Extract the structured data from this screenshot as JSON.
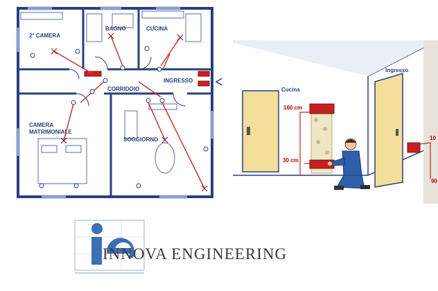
{
  "plan": {
    "rooms": {
      "camera2": "2° CAMERA",
      "bagno": "BAGNO",
      "cucina": "CUCINA",
      "ingresso": "INGRESSO",
      "corridoio": "CORRIDOIO",
      "matrimoniale_line1": "CAMERA",
      "matrimoniale_line2": "MATRIMONIALE",
      "soggiorno": "SOGGIORNO"
    }
  },
  "scene": {
    "cucina": "Cucina",
    "ingresso": "Ingresso",
    "h160": "160 cm",
    "h30": "30 cm",
    "h_right_top": "10",
    "h_right_bottom": "90"
  },
  "logo": {
    "company": "INNOVA ENGINEERING",
    "mark": "ie"
  },
  "colors": {
    "wall": "#2a3f80",
    "wiring": "#c0392b",
    "panel": "#d02020",
    "door": "#f4df9a",
    "logo_blue": "#3d6fb3",
    "logo_light": "#aabfde"
  }
}
